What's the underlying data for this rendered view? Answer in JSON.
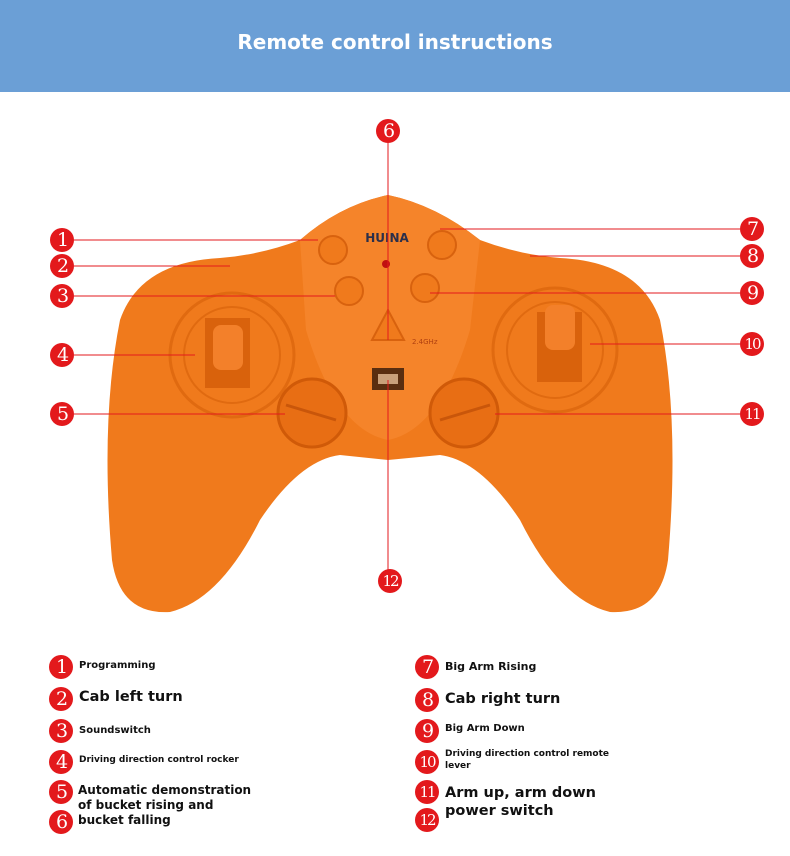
{
  "header": {
    "title": "Remote control instructions"
  },
  "controller": {
    "brand": "HUINA",
    "frequency": "2.4GHz",
    "body_color": "#f07a1c",
    "callout_color": "#e3191c"
  },
  "callouts": [
    "1",
    "2",
    "3",
    "4",
    "5",
    "6",
    "7",
    "8",
    "9",
    "10",
    "11",
    "12"
  ],
  "legend": [
    {
      "num": "1",
      "text": "Programming"
    },
    {
      "num": "2",
      "text": "Cab left turn"
    },
    {
      "num": "3",
      "text": "Soundswitch"
    },
    {
      "num": "4",
      "text": "Driving direction control rocker"
    },
    {
      "num": "5",
      "text": "Automatic demonstration of bucket rising and bucket falling"
    },
    {
      "num": "6",
      "text": ""
    },
    {
      "num": "7",
      "text": "Big Arm Rising"
    },
    {
      "num": "8",
      "text": "Cab right turn"
    },
    {
      "num": "9",
      "text": "Big Arm Down"
    },
    {
      "num": "10",
      "text": "Driving direction control remote lever"
    },
    {
      "num": "11",
      "text": "Arm up, arm down"
    },
    {
      "num": "12",
      "text": "power switch"
    }
  ]
}
